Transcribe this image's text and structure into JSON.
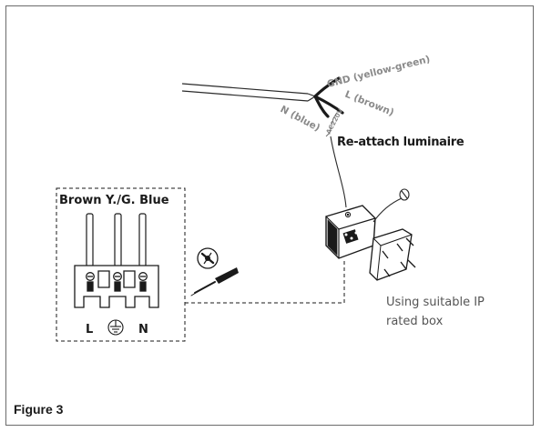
{
  "labels": {
    "gnd": "GND (yellow-green)",
    "l_brown": "L (brown)",
    "n_blue": "N (blue)",
    "voltage": "AC220V",
    "reattach": "Re-attach luminaire",
    "terminal_header": "Brown Y./G. Blue",
    "terminal_l": "L",
    "terminal_n": "N",
    "box_line1": "Using suitable IP",
    "box_line2": "rated box"
  },
  "caption": "Figure 3",
  "icons": {
    "ground": "ground-symbol-icon",
    "screwdriver": "screwdriver-icon",
    "cable_gland": "cable-gland-icon"
  }
}
